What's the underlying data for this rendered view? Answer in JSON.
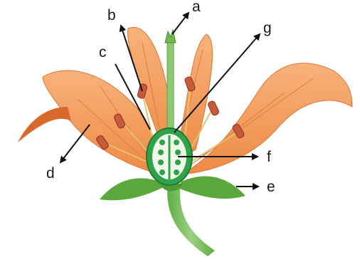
{
  "labels": {
    "a": "a",
    "b": "b",
    "c": "c",
    "d": "d",
    "e": "e",
    "f": "f",
    "g": "g"
  },
  "colors": {
    "petal": "#f29a5e",
    "petal_dark": "#d86a2a",
    "stem": "#6fb84f",
    "sepal": "#5faa3f",
    "ovary": "#2fa24a",
    "anther": "#c65a3a"
  }
}
